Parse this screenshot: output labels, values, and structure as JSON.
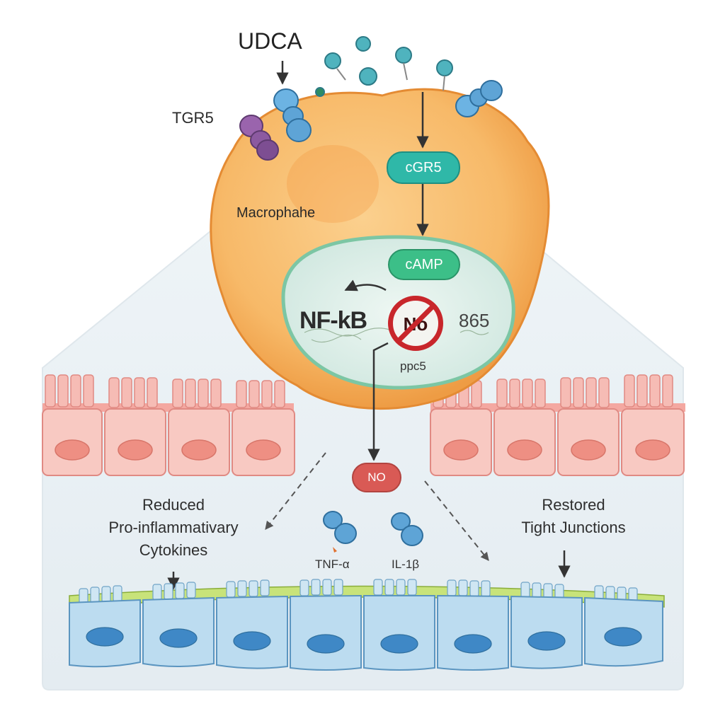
{
  "labels": {
    "udca": "UDCA",
    "tgr5": "TGR5",
    "macrophage": "Macrophahe",
    "cgr5": "cGR5",
    "camp": "cAMP",
    "nfkb": "NF-kB",
    "no_inhibit": "No",
    "num_865": "865",
    "ppc5": "ppc5",
    "no_pill": "NO",
    "tnf": "TNF-α",
    "il1b": "IL-1β",
    "reduced": [
      "Reduced",
      "Pro-inflammativary",
      "Cytokines"
    ],
    "restored": [
      "Restored",
      "Tight Junctions"
    ]
  },
  "colors": {
    "macrophage_fill": "#f7b968",
    "nucleus_fill": "#d8ece6",
    "receptor_blue": "#5ea4d6",
    "receptor_purple": "#8c5aa0",
    "epithelium_top": "#f6b9b3",
    "epithelium_bottom": "#b6d8ee",
    "inhibit_red": "#c8262b"
  }
}
